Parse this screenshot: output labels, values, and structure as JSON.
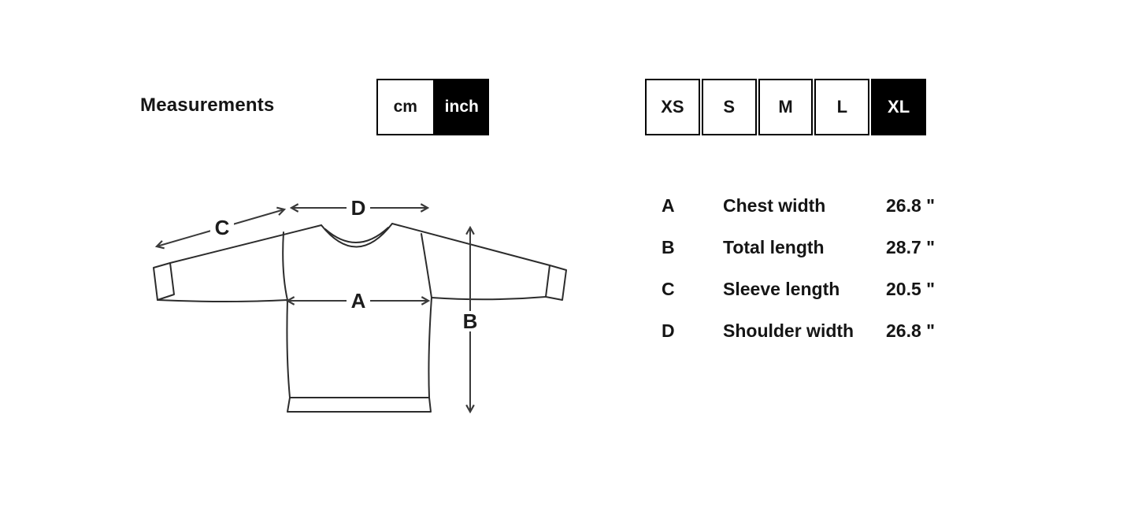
{
  "header": {
    "title": "Measurements",
    "unit_toggle": {
      "options": [
        {
          "label": "cm",
          "selected": false
        },
        {
          "label": "inch",
          "selected": true
        }
      ]
    },
    "size_selector": {
      "options": [
        {
          "label": "XS",
          "selected": false
        },
        {
          "label": "S",
          "selected": false
        },
        {
          "label": "M",
          "selected": false
        },
        {
          "label": "L",
          "selected": false
        },
        {
          "label": "XL",
          "selected": true
        }
      ]
    }
  },
  "diagram": {
    "type": "sweater-measurement-schematic",
    "labels": [
      "A",
      "B",
      "C",
      "D"
    ]
  },
  "measurements": {
    "rows": [
      {
        "key": "A",
        "name": "Chest width",
        "value": "26.8 \""
      },
      {
        "key": "B",
        "name": "Total length",
        "value": "28.7 \""
      },
      {
        "key": "C",
        "name": "Sleeve length",
        "value": "20.5 \""
      },
      {
        "key": "D",
        "name": "Shoulder width",
        "value": "26.8 \""
      }
    ]
  },
  "colors": {
    "selected_bg": "#000000",
    "selected_text": "#ffffff",
    "text": "#151515",
    "outline": "#2c2c2c",
    "arrow": "#3a3a3a",
    "background": "#ffffff"
  }
}
